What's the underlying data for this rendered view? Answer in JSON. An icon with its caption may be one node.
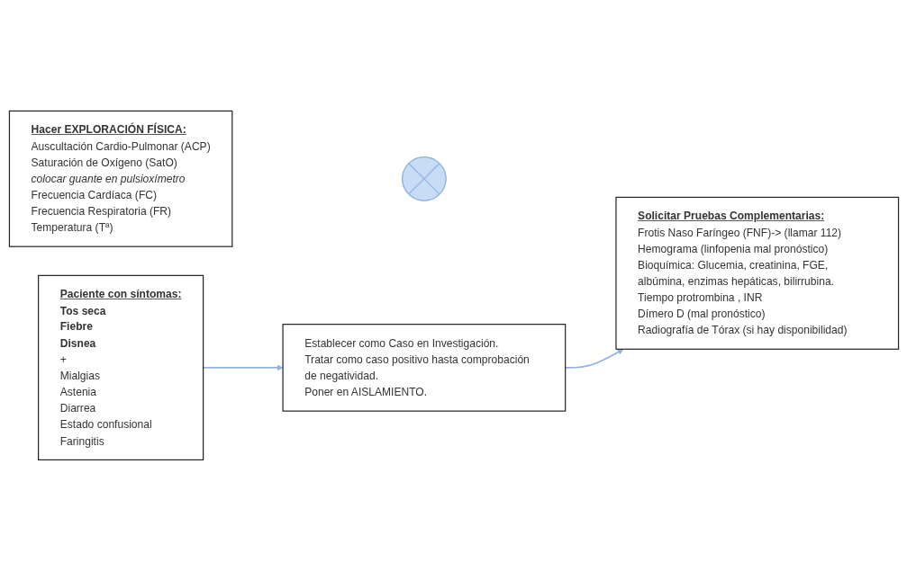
{
  "diagram": {
    "nodes": [
      {
        "text": [
          "Paciente con síntomas:",
          "Tos seca",
          "Fiebre",
          "Disnea",
          "+",
          "Mialgias",
          "Astenia",
          "Diarrea",
          "Estado confusional",
          "Faringitis"
        ]
      },
      {
        "text": [
          "Establecer como Caso en Investigación.",
          "Tratar como caso positivo hasta comprobación de negatividad.",
          "Poner en AISLAMIENTO."
        ]
      },
      {
        "text": [
          "Hacer EXPLORACIÓN FÍSICA:",
          "Auscultación Cardio-Pulmonar (ACP)",
          "Saturación de Oxígeno (SatO)",
          "colocar guante en pulsioxímetro",
          "Frecuencia Cardíaca (FC)",
          "Frecuencia Respiratoria (FR)",
          "Temperatura (Tª)"
        ]
      },
      {
        "text": [],
        "shape": "cross"
      },
      {
        "text": [
          "Solicitar Pruebas Complementarias:",
          "Frotis Naso Faríngeo (FNF)-> (llamar 112)",
          "Hemograma (linfopenia mal pronóstico)",
          "Bioquímica: Glucemia, creatinina, FGE, albúmina, enzimas hepáticas, bilirrubina.",
          "Tiempo protrombina , INR",
          "Dímero D (mal pronóstico)",
          "Radiografía de Tórax (si hay disponibilidad)"
        ]
      }
    ],
    "edges": [
      {
        "from": 0,
        "to": 1,
        "arrow": "to"
      },
      {
        "from": 1,
        "to": 4,
        "arrow": "to"
      }
    ]
  }
}
